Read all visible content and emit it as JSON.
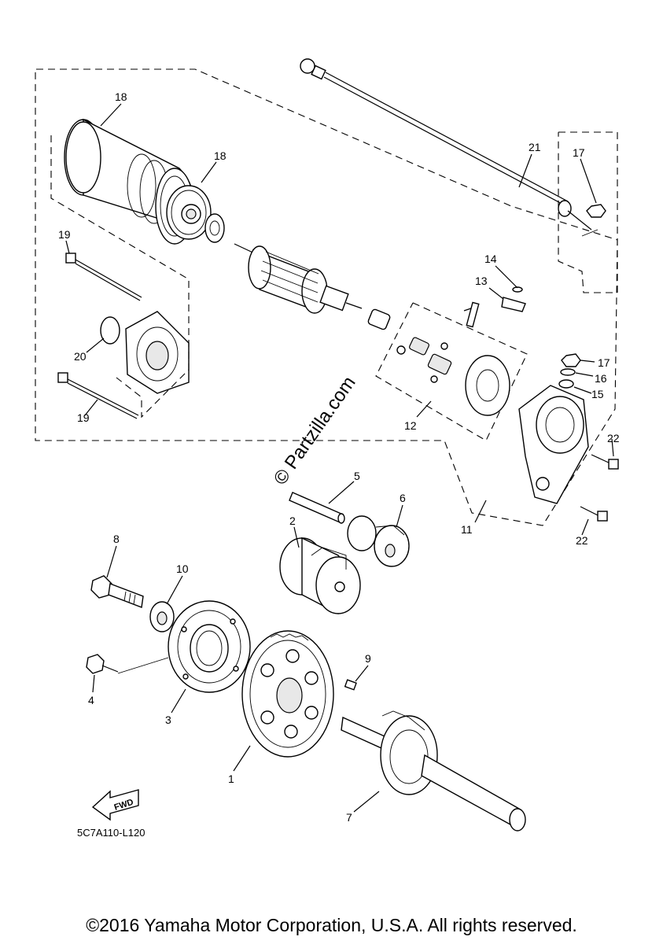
{
  "callouts": [
    {
      "id": "c1",
      "text": "1"
    },
    {
      "id": "c2",
      "text": "2"
    },
    {
      "id": "c3",
      "text": "3"
    },
    {
      "id": "c4",
      "text": "4"
    },
    {
      "id": "c5",
      "text": "5"
    },
    {
      "id": "c6",
      "text": "6"
    },
    {
      "id": "c7",
      "text": "7"
    },
    {
      "id": "c8",
      "text": "8"
    },
    {
      "id": "c9",
      "text": "9"
    },
    {
      "id": "c10",
      "text": "10"
    },
    {
      "id": "c11",
      "text": "11"
    },
    {
      "id": "c12",
      "text": "12"
    },
    {
      "id": "c13",
      "text": "13"
    },
    {
      "id": "c14",
      "text": "14"
    },
    {
      "id": "c15",
      "text": "15"
    },
    {
      "id": "c16",
      "text": "16"
    },
    {
      "id": "c17a",
      "text": "17"
    },
    {
      "id": "c17b",
      "text": "17"
    },
    {
      "id": "c18a",
      "text": "18"
    },
    {
      "id": "c18b",
      "text": "18"
    },
    {
      "id": "c19a",
      "text": "19"
    },
    {
      "id": "c19b",
      "text": "19"
    },
    {
      "id": "c20",
      "text": "20"
    },
    {
      "id": "c21",
      "text": "21"
    },
    {
      "id": "c22a",
      "text": "22"
    },
    {
      "id": "c22b",
      "text": "22"
    }
  ],
  "fwd_label": "FWD",
  "diagram_code": "5C7A110-L120",
  "watermark": "© Partzilla.com",
  "copyright": "©2016 Yamaha Motor Corporation, U.S.A. All rights reserved."
}
